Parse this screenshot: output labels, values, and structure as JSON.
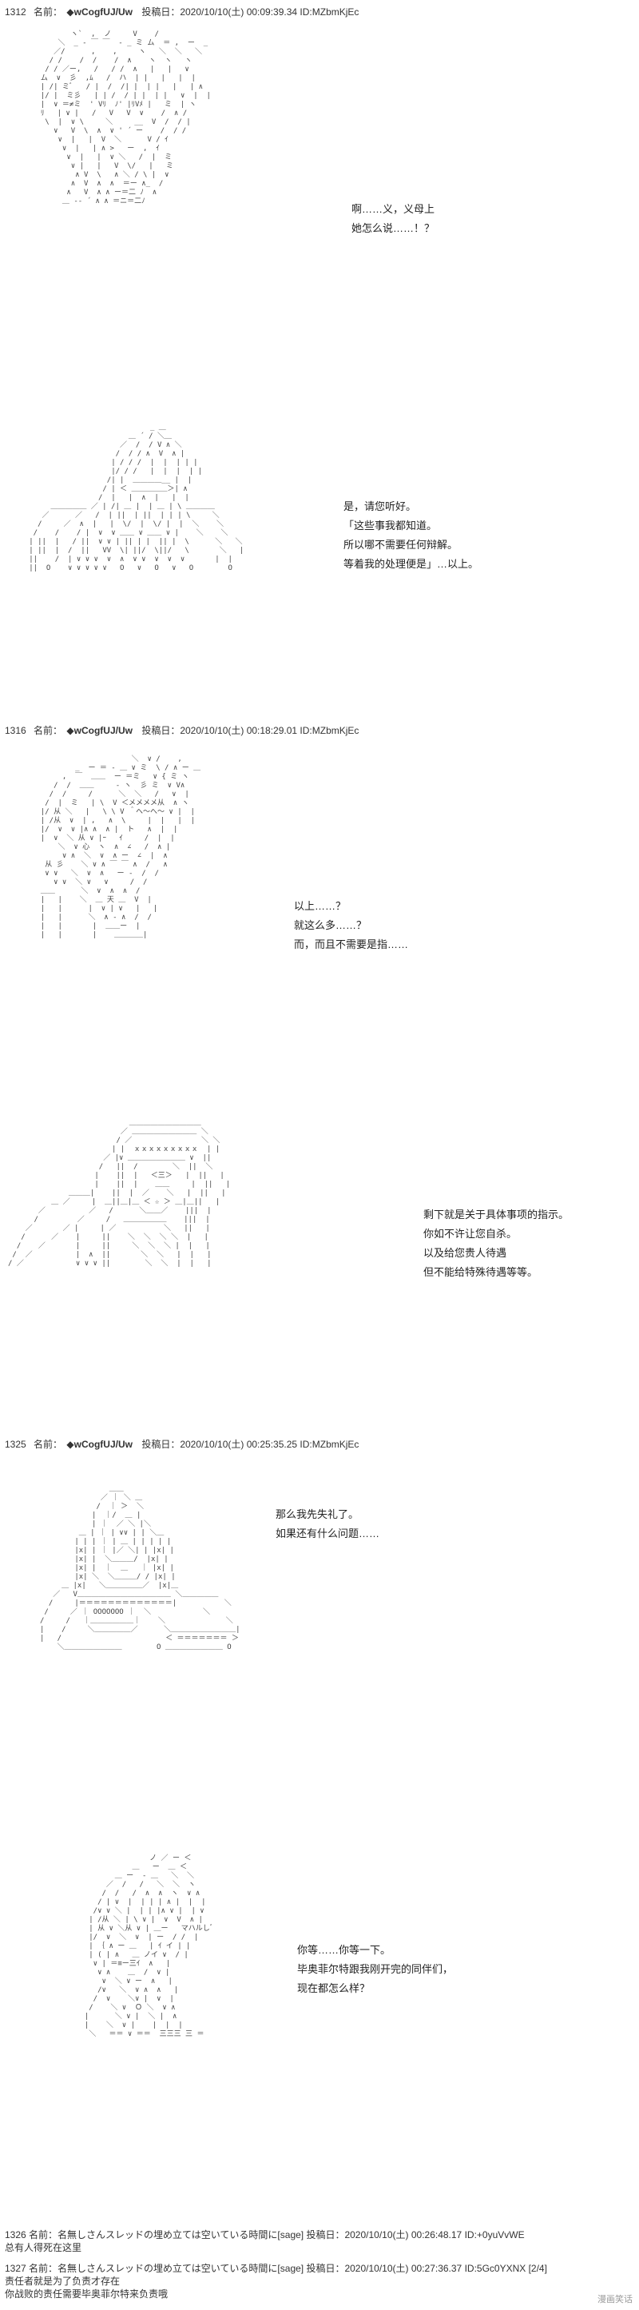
{
  "posts": [
    {
      "header": {
        "number": "1312",
        "name_label": "名前：",
        "trip": "◆wCogfUJ/Uw",
        "posted": "投稿日：2020/10/10(土) 00:09:39.34 ID:MZbmKjEc"
      },
      "dialogs": [
        [
          "啊……义，义母上",
          "她怎么说……！？"
        ],
        [
          "是，请您听好。",
          "「这些事我都知道。",
          "所以哪不需要任何辩解。",
          "等着我的处理便是」…以上。"
        ]
      ]
    },
    {
      "header": {
        "number": "1316",
        "name_label": "名前：",
        "trip": "◆wCogfUJ/Uw",
        "posted": "投稿日：2020/10/10(土) 00:18:29.01 ID:MZbmKjEc"
      },
      "dialogs": [
        [
          "以上……？",
          "就这么多……？",
          "而，而且不需要是指……"
        ],
        [
          "剩下就是关于具体事项的指示。",
          "你如不许让您自杀。",
          "以及给您贵人待遇",
          "但不能给特殊待遇等等。"
        ]
      ]
    },
    {
      "header": {
        "number": "1325",
        "name_label": "名前：",
        "trip": "◆wCogfUJ/Uw",
        "posted": "投稿日：2020/10/10(土) 00:25:35.25 ID:MZbmKjEc"
      },
      "dialogs": [
        [
          "那么我先失礼了。",
          "如果还有什么问题……"
        ],
        [
          "你等……你等一下。",
          "毕奥菲尔特跟我刚开完的同伴们，",
          "现在都怎么样？"
        ]
      ]
    }
  ],
  "comments": [
    {
      "header": "1326 名前：名無しさんスレッドの埋め立ては空いている時間に[sage] 投稿日：2020/10/10(土) 00:26:48.17 ID:+0yuVvWE",
      "text": "总有人得死在这里"
    },
    {
      "header": "1327 名前：名無しさんスレッドの埋め立ては空いている時間に[sage] 投稿日：2020/10/10(土) 00:27:36.37 ID:5Gc0YXNX [2/4]",
      "text": "责任者就是为了负责才存在",
      "text2": "你战败的责任需要毕奥菲尔特来负责哦"
    }
  ],
  "watermark": "漫画笑话"
}
